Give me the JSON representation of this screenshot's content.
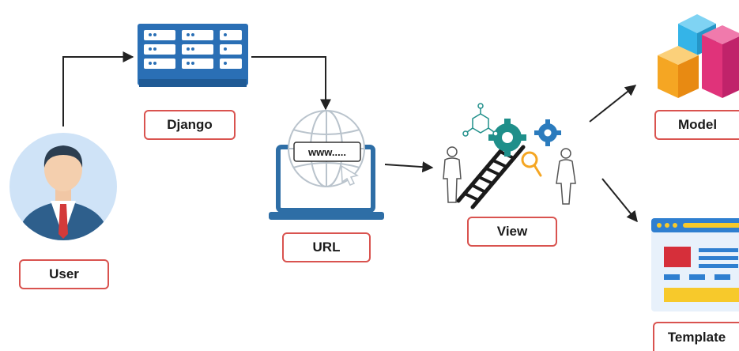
{
  "labels": {
    "user": "User",
    "django": "Django",
    "url": "URL",
    "url_bar": "www.....",
    "view": "View",
    "model": "Model",
    "template": "Template"
  },
  "colors": {
    "label_border": "#d9534f",
    "arrow": "#222222",
    "server_blue": "#2a6fb5",
    "laptop_blue": "#2e6ea6",
    "avatar_bg": "#cfe3f7",
    "suit": "#2e5f8c",
    "tie": "#d33a3a",
    "gear_teal": "#1f8f8a",
    "gear_blue": "#2b7bbd",
    "cube_pink": "#e0337a",
    "cube_orange": "#f5a623",
    "cube_cyan": "#34b4e8",
    "template_yellow": "#f7c92b",
    "template_red": "#d62f3a",
    "template_blue": "#2f7fd0"
  },
  "icons": [
    "user-avatar-icon",
    "server-rack-icon",
    "laptop-globe-icon",
    "ladder-gears-icon",
    "cubes-icon",
    "webpage-template-icon"
  ]
}
